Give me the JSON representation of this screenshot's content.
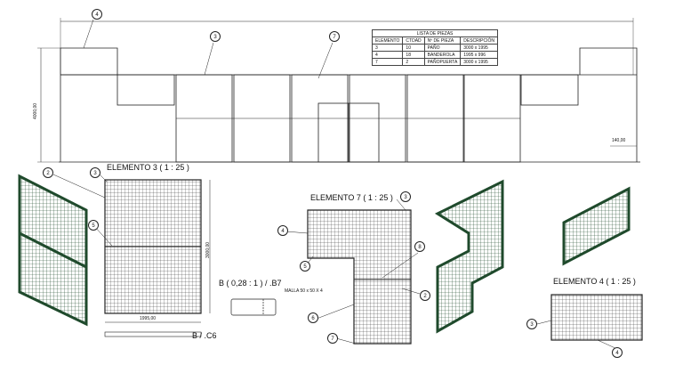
{
  "parts_list": {
    "caption": "LISTA DE PIEZAS",
    "headers": [
      "ELEMENTO",
      "CTDAD",
      "Nº DE PIEZA",
      "DESCRIPCIÓN"
    ],
    "rows": [
      [
        "3",
        "10",
        "PAÑO",
        "3000 x 1995"
      ],
      [
        "4",
        "18",
        "BANDEROLA",
        "1995 x 996"
      ],
      [
        "7",
        "2",
        "PAÑOPUERTA",
        "3000 x 1995"
      ]
    ]
  },
  "elevation": {
    "height_dim": "4000,00",
    "offset_dim": "140,00",
    "callouts": [
      "4",
      "3",
      "7"
    ]
  },
  "element3": {
    "title": "ELEMENTO 3 ( 1 : 25 )",
    "width_dim": "1995,00",
    "height_dim": "3000,00",
    "callouts": [
      "2",
      "3",
      "5"
    ]
  },
  "detail_b": {
    "title": "B ( 0,28 : 1 ) / .B7",
    "note": "MALLA 50 x 50 X 4"
  },
  "section_c": {
    "label": "B / .C6"
  },
  "element7": {
    "title": "ELEMENTO 7 ( 1 : 25 )",
    "callouts": [
      "3",
      "4",
      "5",
      "8",
      "2",
      "6",
      "7"
    ]
  },
  "element4": {
    "title": "ELEMENTO 4 ( 1 : 25 )",
    "callouts": [
      "3",
      "4"
    ]
  },
  "colors": {
    "frame_green": "#1f4a2c",
    "line": "#222222"
  }
}
